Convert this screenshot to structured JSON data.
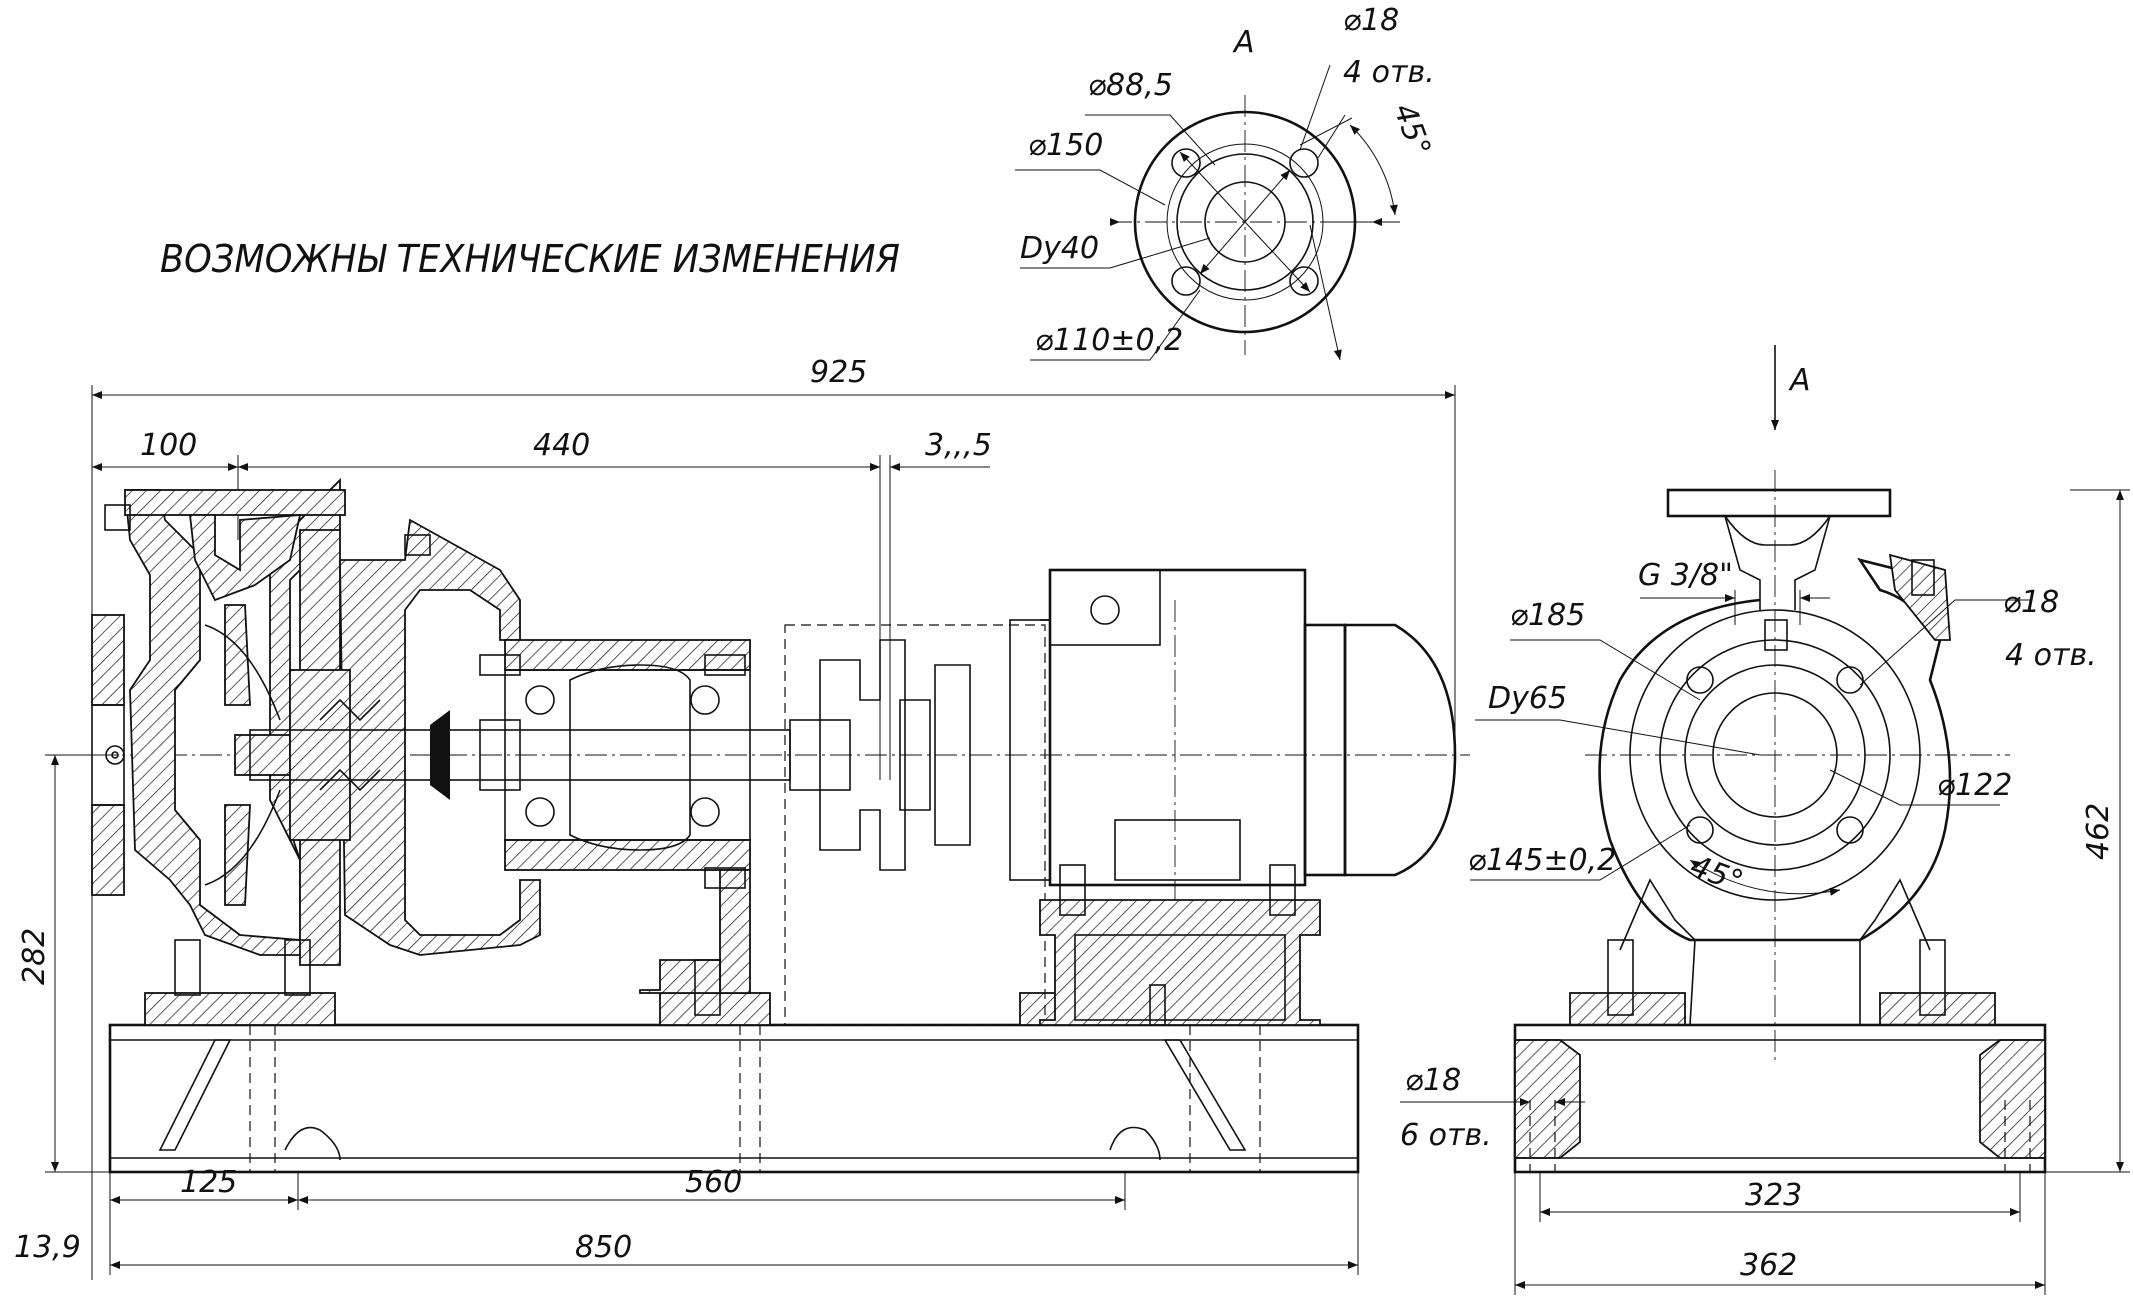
{
  "note": "ВОЗМОЖНЫ ТЕХНИЧЕСКИЕ ИЗМЕНЕНИЯ",
  "view_a": {
    "label": "A",
    "hole_diameter": "⌀18",
    "hole_count": "4 отв.",
    "inner_circle": "⌀88,5",
    "outer_diameter": "⌀150",
    "nominal_bore": "Dy40",
    "bolt_circle": "⌀110±0,2",
    "angle": "45°"
  },
  "front_view": {
    "overall_length": "925",
    "inlet_offset": "100",
    "shaft_length": "440",
    "gap": "3,,,5",
    "shaft_height": "282",
    "foot_offset": "125",
    "foot_spacing": "560",
    "base_length": "850",
    "base_thickness": "13,9"
  },
  "side_view": {
    "view_arrow": "A",
    "thread": "G 3/8\"",
    "hole_diameter": "⌀18",
    "hole_count": "4 отв.",
    "outer_diameter": "⌀185",
    "nominal_bore": "Dy65",
    "inner_circle": "⌀122",
    "bolt_circle": "⌀145±0,2",
    "angle": "45°",
    "overall_height": "462",
    "base_hole_diameter": "⌀18",
    "base_hole_count": "6 отв.",
    "base_hole_spacing": "323",
    "base_width": "362"
  }
}
